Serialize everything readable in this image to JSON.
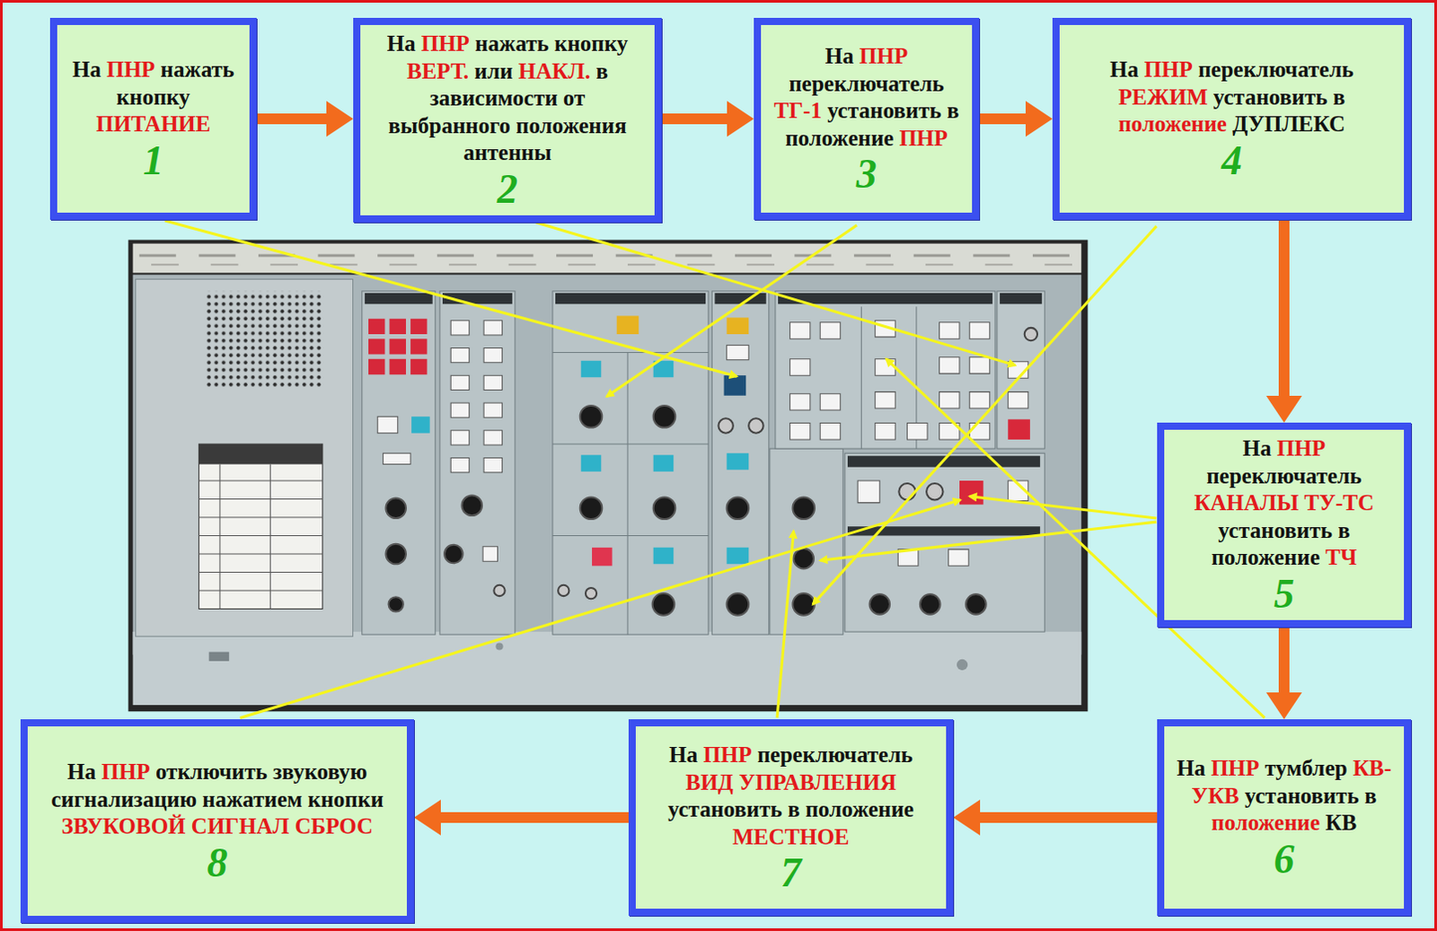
{
  "diagram": {
    "nodes": [
      {
        "text": [
          "На ПНР нажать кнопку ПИТАНИЕ",
          "1"
        ]
      },
      {
        "text": [
          "На ПНР нажать кнопку ВЕРТ. или НАКЛ. в зависимости от выбранного положения антенны",
          "2"
        ]
      },
      {
        "text": [
          "На ПНР переключатель ТГ-1 установить в положение ПНР",
          "3"
        ]
      },
      {
        "text": [
          "На ПНР переключатель РЕЖИМ установить в положение ДУПЛЕКС",
          "4"
        ]
      },
      {
        "text": [
          "На ПНР переключатель КАНАЛЫ ТУ-ТС установить в положение ТЧ",
          "5"
        ]
      },
      {
        "text": [
          "На ПНР тумблер КВ-УКВ установить в положение КВ",
          "6"
        ]
      },
      {
        "text": [
          "На ПНР переключатель ВИД УПРАВЛЕНИЯ установить в положение МЕСТНОЕ",
          "7"
        ]
      },
      {
        "text": [
          "На ПНР отключить звуковую сигнализацию нажатием кнопки ЗВУКОВОЙ СИГНАЛ СБРОС",
          "8"
        ]
      }
    ],
    "edges": [
      {
        "from": 0,
        "to": 1,
        "arrow": "to"
      },
      {
        "from": 1,
        "to": 2,
        "arrow": "to"
      },
      {
        "from": 2,
        "to": 3,
        "arrow": "to"
      },
      {
        "from": 3,
        "to": 4,
        "arrow": "to"
      },
      {
        "from": 4,
        "to": 5,
        "arrow": "to"
      },
      {
        "from": 5,
        "to": 6,
        "arrow": "to"
      },
      {
        "from": 6,
        "to": 7,
        "arrow": "to"
      }
    ]
  }
}
